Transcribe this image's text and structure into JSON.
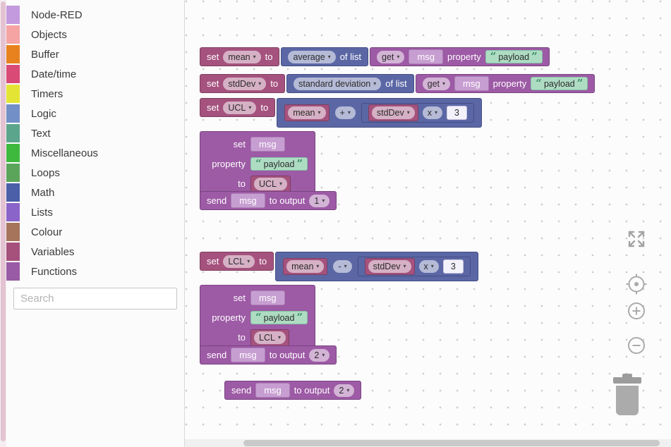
{
  "colors": {
    "variables-block": "#a5527e",
    "variables-border": "#7e3e60",
    "math-block": "#5b67a5",
    "math-border": "#434e85",
    "nodered-block": "#9d5aa5",
    "nodered-border": "#794481",
    "msg-shadow": "#c79ed1",
    "string-shadow": "#aedcc2",
    "string-border": "#83c1a3",
    "string-quote": "#3e8f6c",
    "number-shadow": "#f3f2fb",
    "number-border": "#c9c6e0"
  },
  "icons": {
    "dropdown_caret": "▾"
  },
  "quotes": {
    "open": "“",
    "close": "”"
  },
  "toolbox": {
    "search_placeholder": "Search",
    "categories": [
      {
        "label": "Node-RED",
        "color": "#c49ade"
      },
      {
        "label": "Objects",
        "color": "#f5a3a3"
      },
      {
        "label": "Buffer",
        "color": "#e8821e"
      },
      {
        "label": "Date/time",
        "color": "#d94a76"
      },
      {
        "label": "Timers",
        "color": "#e4e435"
      },
      {
        "label": "Logic",
        "color": "#7290c7"
      },
      {
        "label": "Text",
        "color": "#5ba58c"
      },
      {
        "label": "Miscellaneous",
        "color": "#3eb93e"
      },
      {
        "label": "Loops",
        "color": "#5ba55b"
      },
      {
        "label": "Math",
        "color": "#4a5fa8"
      },
      {
        "label": "Lists",
        "color": "#8a64c9"
      },
      {
        "label": "Colour",
        "color": "#a5745b"
      },
      {
        "label": "Variables",
        "color": "#a5517c"
      },
      {
        "label": "Functions",
        "color": "#995ba5"
      }
    ]
  },
  "workspace": {
    "group1": {
      "row1": {
        "kw_set": "set",
        "variable": "mean",
        "kw_to": "to",
        "func": "average",
        "func_suffix": "of list",
        "kw_get": "get",
        "msg": "msg",
        "kw_property": "property",
        "string_value": "payload"
      },
      "row2": {
        "kw_set": "set",
        "variable": "stdDev",
        "kw_to": "to",
        "func": "standard deviation",
        "func_suffix": "of list",
        "kw_get": "get",
        "msg": "msg",
        "kw_property": "property",
        "string_value": "payload"
      },
      "row3": {
        "kw_set": "set",
        "variable": "UCL",
        "kw_to": "to",
        "operand1": "mean",
        "operator": "+",
        "operand2": "stdDev",
        "operator2": "x",
        "number": "3"
      },
      "set_msg": {
        "kw_set": "set",
        "msg": "msg",
        "kw_property": "property",
        "string_value": "payload",
        "kw_to": "to",
        "variable": "UCL"
      },
      "send": {
        "kw_send": "send",
        "msg": "msg",
        "kw_to_output": "to output",
        "port": "1"
      }
    },
    "group2": {
      "row1": {
        "kw_set": "set",
        "variable": "LCL",
        "kw_to": "to",
        "operand1": "mean",
        "operator": "-",
        "operand2": "stdDev",
        "operator2": "x",
        "number": "3"
      },
      "set_msg": {
        "kw_set": "set",
        "msg": "msg",
        "kw_property": "property",
        "string_value": "payload",
        "kw_to": "to",
        "variable": "LCL"
      },
      "send": {
        "kw_send": "send",
        "msg": "msg",
        "kw_to_output": "to output",
        "port": "2"
      }
    },
    "group3": {
      "send": {
        "kw_send": "send",
        "msg": "msg",
        "kw_to_output": "to output",
        "port": "2"
      }
    }
  }
}
